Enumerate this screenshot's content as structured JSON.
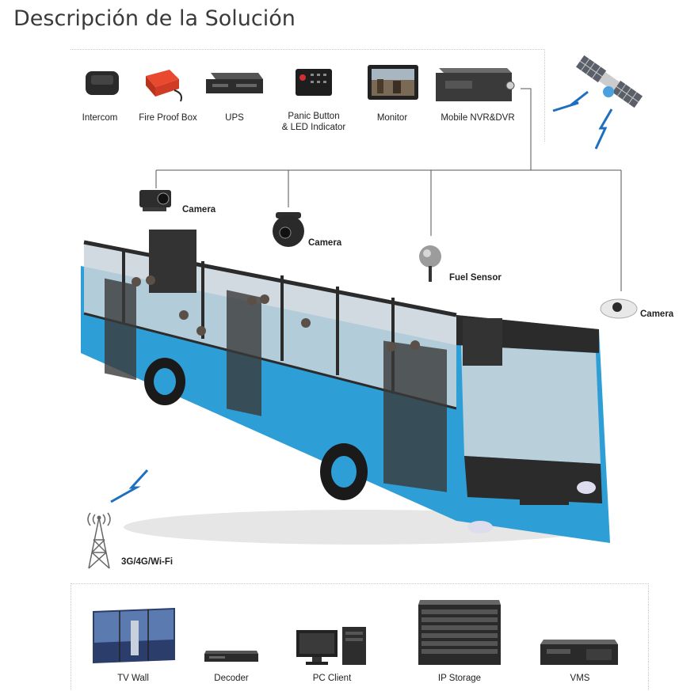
{
  "page": {
    "title": "Descripción de la Solución"
  },
  "top_devices": [
    {
      "label": "Intercom",
      "icon": "intercom-icon"
    },
    {
      "label": "Fire Proof Box",
      "icon": "fire-proof-box-icon"
    },
    {
      "label": "UPS",
      "icon": "ups-icon"
    },
    {
      "label": "Panic Button\n& LED Indicator",
      "icon": "panic-button-icon"
    },
    {
      "label": "Monitor",
      "icon": "monitor-icon"
    },
    {
      "label": "Mobile NVR&DVR",
      "icon": "mobile-nvr-icon"
    }
  ],
  "bus_devices": {
    "camera_1": "Camera",
    "camera_2": "Camera",
    "fuel_sensor": "Fuel Sensor",
    "camera_3": "Camera"
  },
  "network": {
    "label": "3G/4G/Wi-Fi"
  },
  "bottom_devices": [
    {
      "label": "TV Wall",
      "icon": "tv-wall-icon"
    },
    {
      "label": "Decoder",
      "icon": "decoder-icon"
    },
    {
      "label": "PC Client",
      "icon": "pc-client-icon"
    },
    {
      "label": "IP Storage",
      "icon": "ip-storage-icon"
    },
    {
      "label": "VMS",
      "icon": "vms-icon"
    }
  ],
  "colors": {
    "bus_body": "#2e9fd6",
    "bus_dark": "#2b2b2b",
    "signal": "#1f6fc1"
  }
}
